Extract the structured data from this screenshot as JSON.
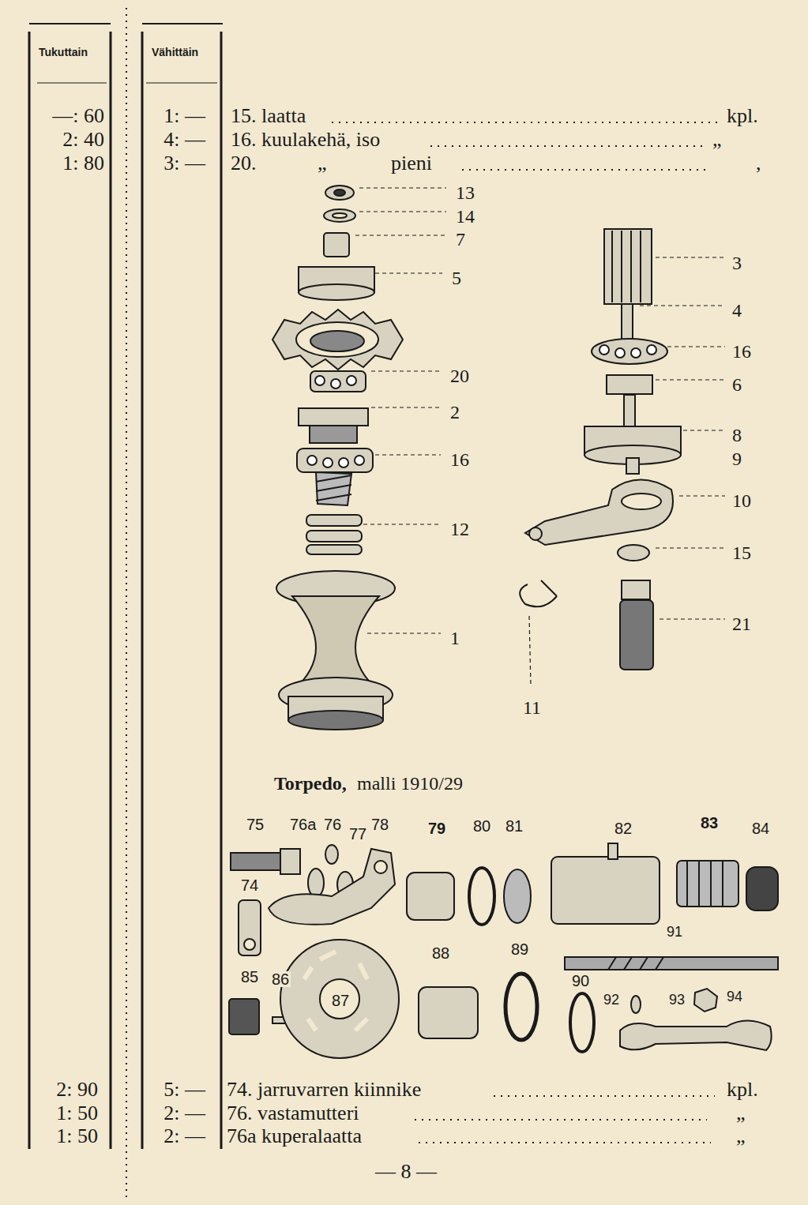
{
  "diagram": {
    "labels": [
      "Tukuttain",
      "Vähittäin",
      "—: 60",
      "1: —",
      "15. laatta",
      "kpl.",
      "2: 40",
      "4: —",
      "16. kuulakehä, iso",
      "„",
      "1: 80",
      "3: —",
      "20.",
      "„",
      "pieni",
      ",",
      "13",
      "14",
      "7",
      "5",
      "20",
      "2",
      "16",
      "12",
      "1",
      "3",
      "4",
      "16",
      "6",
      "8",
      "9",
      "10",
      "15",
      "21",
      "11",
      "Torpedo,",
      "malli 1910/29",
      "75",
      "76a",
      "76",
      "77",
      "78",
      "79",
      "80",
      "81",
      "82",
      "83",
      "84",
      "74",
      "91",
      "85",
      "86",
      "87",
      "88",
      "89",
      "90",
      "92",
      "93",
      "94",
      "2: 90",
      "5: —",
      "74. jarruvarren kiinnike",
      "kpl.",
      "1: 50",
      "2: —",
      "76. vastamutteri",
      "„",
      "1: 50",
      "2: —",
      "76a kuperalaatta",
      "„",
      "— 8 —"
    ]
  }
}
